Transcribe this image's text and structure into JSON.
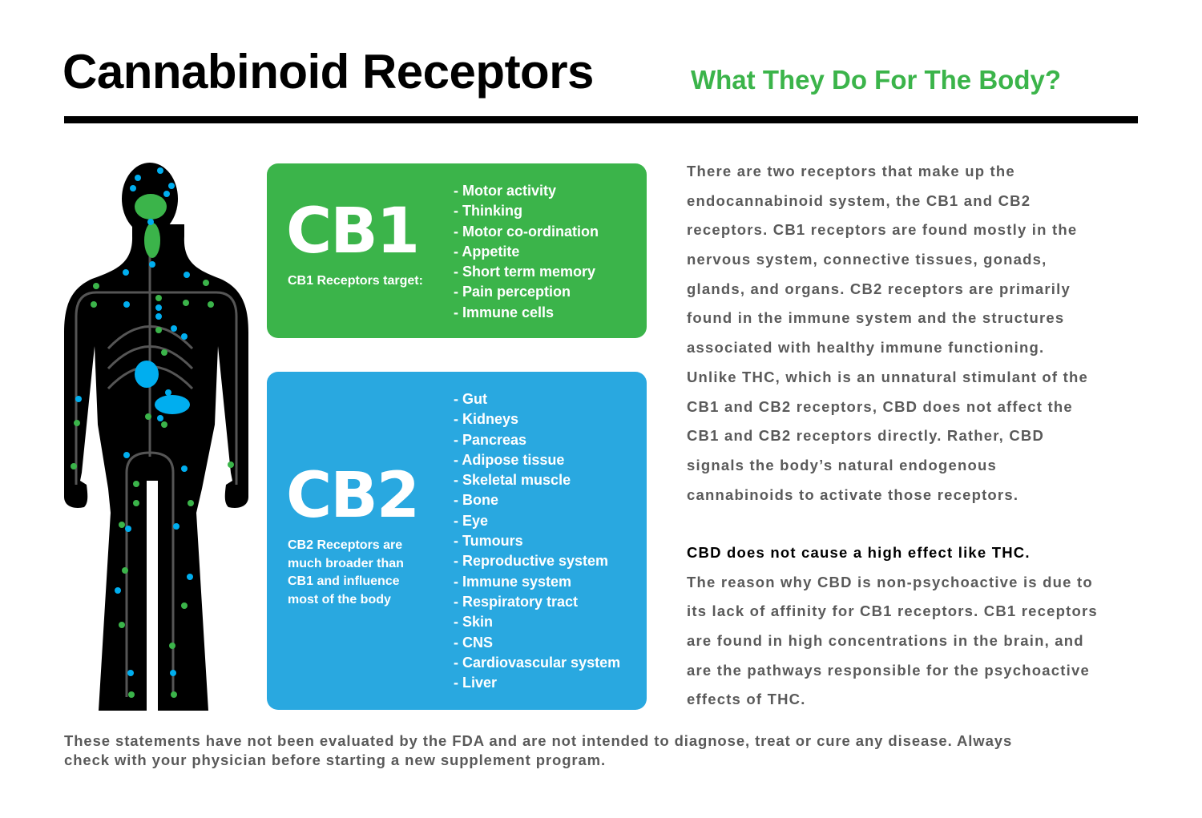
{
  "header": {
    "title": "Cannabinoid Receptors",
    "subtitle": "What They Do For The Body?"
  },
  "colors": {
    "green": "#3bb44a",
    "blue": "#29a8e0",
    "dot_blue": "#00aeef",
    "text_gray": "#5a5a5a"
  },
  "cb1": {
    "label": "CB1",
    "note": "CB1 Receptors target:",
    "items": [
      "- Motor activity",
      "- Thinking",
      "- Motor co-ordination",
      "- Appetite",
      "- Short term memory",
      "- Pain perception",
      "- Immune cells"
    ]
  },
  "cb2": {
    "label": "CB2",
    "note_lines": [
      "CB2 Receptors are",
      "much broader than",
      "CB1 and influence",
      "most of the body"
    ],
    "items": [
      "- Gut",
      "- Kidneys",
      "- Pancreas",
      "- Adipose tissue",
      "- Skeletal muscle",
      "- Bone",
      "- Eye",
      "- Tumours",
      "- Reproductive system",
      "- Immune system",
      "- Respiratory tract",
      "- Skin",
      "- CNS",
      "- Cardiovascular system",
      "- Liver"
    ]
  },
  "paragraph1": [
    "There are two receptors that make up the",
    "endocannabinoid system, the CB1 and CB2",
    "receptors. CB1 receptors are found mostly in the",
    "nervous system, connective tissues, gonads,",
    "glands, and organs. CB2 receptors are primarily",
    "found in the immune system and the structures",
    "associated with healthy immune functioning.",
    "Unlike THC, which is an unnatural stimulant of the",
    "CB1 and CB2 receptors, CBD does not affect the",
    "CB1 and CB2 receptors directly. Rather, CBD",
    "signals the body’s natural endogenous",
    "cannabinoids to activate those receptors."
  ],
  "paragraph2": {
    "heading": "CBD does not cause a high effect like THC.",
    "lines": [
      "The reason why CBD is non-psychoactive is due to",
      "its lack of affinity for CB1 receptors. CB1 receptors",
      "are found in high concentrations in the brain, and",
      "are the pathways responsible for the psychoactive",
      "effects of THC."
    ]
  },
  "footer": [
    "These statements have not been evaluated by the FDA and are not intended to diagnose, treat or cure any disease. Always",
    "check with your physician before starting a new supplement program."
  ]
}
